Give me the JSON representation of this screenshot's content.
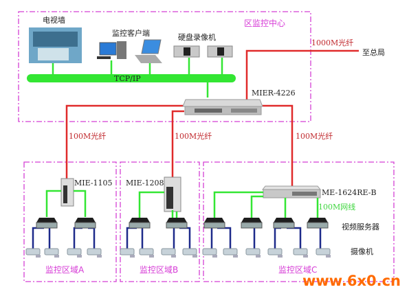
{
  "center": {
    "title": "区监控中心",
    "tv_wall": "电视墙",
    "client": "监控客户端",
    "dvr": "硬盘录像机",
    "bus": "TCP/IP",
    "core_switch": "MIER-4226",
    "uplink": "1000M光纤",
    "hq": "至总局"
  },
  "links": {
    "fiber_a": "100M光纤",
    "fiber_b": "100M光纤",
    "fiber_c": "100M光纤",
    "cable": "100M网线"
  },
  "zones": [
    {
      "label": "监控区域A",
      "switch": "MIE-1105"
    },
    {
      "label": "监控区域B",
      "switch": "MIE-1208"
    },
    {
      "label": "监控区域C",
      "switch": "ME-1624RE-B"
    }
  ],
  "legend": {
    "server": "视频服务器",
    "camera": "摄像机"
  },
  "watermark": "www.6x0.cn",
  "colors": {
    "fiber": "#e02a2a",
    "lan": "#33e633",
    "coax": "#1d2a8a",
    "zone": "#d43fd4",
    "watermark": "#ff6a00"
  }
}
